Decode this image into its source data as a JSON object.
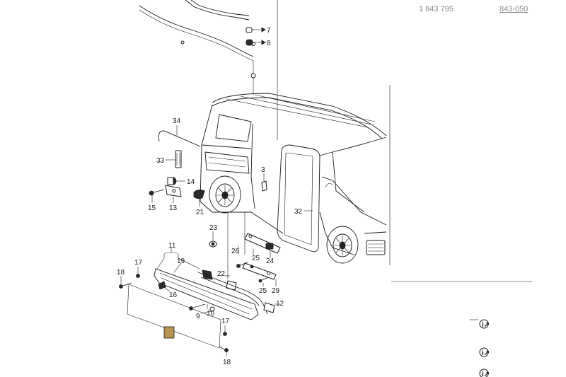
{
  "header": {
    "ref_left": "1 843 795",
    "ref_right": "843-050"
  },
  "labels": {
    "p7": "7",
    "p8": "8",
    "p34": "34",
    "p33": "33",
    "p14": "14",
    "p15": "15",
    "p13": "13",
    "p21": "21",
    "p3": "3",
    "p32": "32",
    "p23": "23",
    "p11": "11",
    "p17a": "17",
    "p19": "19",
    "p18a": "18",
    "p16": "16",
    "p22": "22",
    "p26": "26",
    "p25a": "25",
    "p24": "24",
    "p25b": "25",
    "p29": "29",
    "p12": "12",
    "p10": "10",
    "p9": "9",
    "p17b": "17",
    "p18b": "18"
  },
  "info_icons": [
    {
      "name": "info-icon-1",
      "glyph": "i↗"
    },
    {
      "name": "info-icon-2",
      "glyph": "i↗"
    },
    {
      "name": "info-icon-3",
      "glyph": "i↗"
    }
  ],
  "colors": {
    "line": "#1a1a1a",
    "header_text": "#8a8a8a",
    "highlight_part": "#b8924f"
  }
}
